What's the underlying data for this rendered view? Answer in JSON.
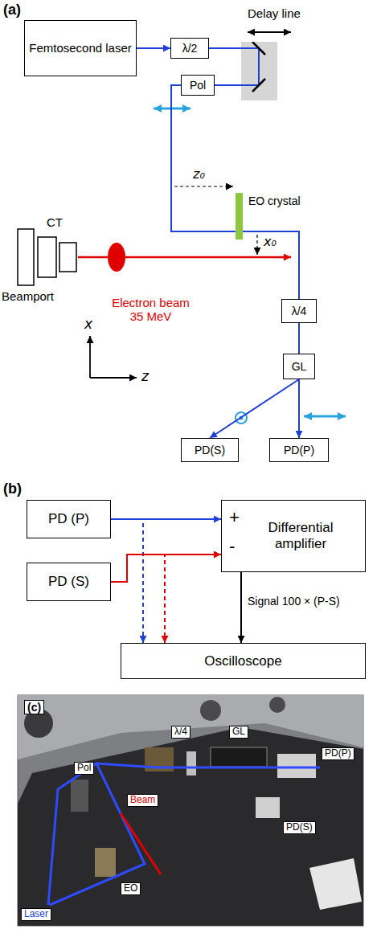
{
  "diagram": {
    "nodes": [
      {
        "text": [
          "Femtosecond laser"
        ]
      },
      {
        "text": [
          "λ/2"
        ]
      },
      {
        "text": [
          "Delay line"
        ]
      },
      {
        "text": [
          "Pol"
        ]
      },
      {
        "text": [
          "EO crystal"
        ]
      },
      {
        "text": [
          "λ/4"
        ]
      },
      {
        "text": [
          "GL"
        ]
      },
      {
        "text": [
          "PD(S)"
        ]
      },
      {
        "text": [
          "PD(P)"
        ]
      },
      {
        "text": [
          "PD (P)"
        ]
      },
      {
        "text": [
          "Differential amplifier",
          "+",
          "-"
        ]
      },
      {
        "text": [
          "PD (S)"
        ]
      },
      {
        "text": [
          "Oscilloscope"
        ]
      }
    ],
    "edges": [
      {
        "from": 0,
        "to": 1,
        "arrow": "to"
      },
      {
        "from": 1,
        "to": 2,
        "arrow": "none"
      },
      {
        "from": 2,
        "to": 3,
        "arrow": "none"
      },
      {
        "from": 3,
        "to": 4,
        "arrow": "none"
      },
      {
        "from": 4,
        "to": 5,
        "arrow": "none"
      },
      {
        "from": 5,
        "to": 6,
        "arrow": "none"
      },
      {
        "from": 6,
        "to": 7,
        "arrow": "to"
      },
      {
        "from": 6,
        "to": 8,
        "arrow": "to"
      },
      {
        "from": 9,
        "to": 10,
        "arrow": "to"
      },
      {
        "from": 11,
        "to": 10,
        "arrow": "to"
      },
      {
        "from": 9,
        "to": 12,
        "arrow": "to"
      },
      {
        "from": 11,
        "to": 12,
        "arrow": "to"
      },
      {
        "from": 10,
        "to": 12,
        "label": "Signal 100 × (P-S)",
        "arrow": "to"
      }
    ],
    "labels": [
      "(a)",
      "x",
      "z",
      "z₀",
      "x₀",
      "CT",
      "Beamport",
      "Electron beam 35 MeV",
      "(b)",
      "(c)",
      "λ/4",
      "GL",
      "PD(P)",
      "Pol",
      "Beam",
      "PD(S)",
      "EO",
      "Laser"
    ]
  }
}
